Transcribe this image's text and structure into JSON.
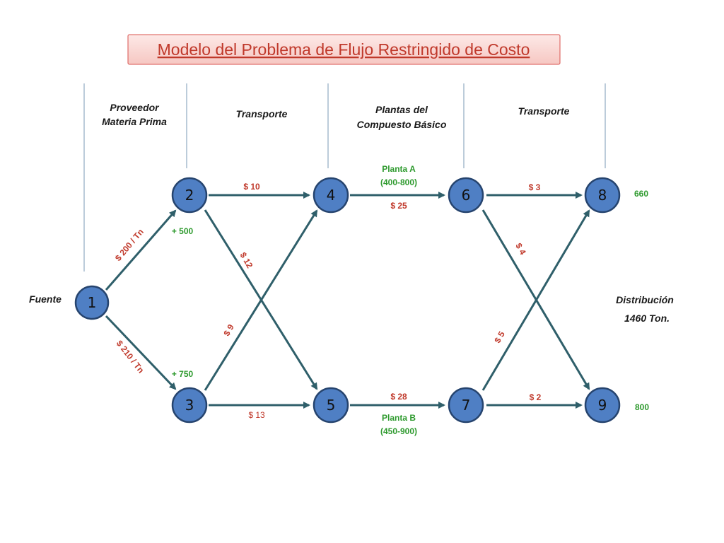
{
  "title": "Modelo del Problema de Flujo Restringido de Costo",
  "columns": {
    "supplier": [
      "Proveedor",
      "Materia Prima"
    ],
    "transport1": "Transporte",
    "plants": [
      "Plantas del",
      "Compuesto Básico"
    ],
    "transport2": "Transporte"
  },
  "source_label": "Fuente",
  "distribution": [
    "Distribución",
    "1460 Ton."
  ],
  "nodes": [
    "1",
    "2",
    "3",
    "4",
    "5",
    "6",
    "7",
    "8",
    "9"
  ],
  "arcs": {
    "e12": "$ 200 / Tn",
    "e13": "$ 210 / Tn",
    "e24": "$ 10",
    "e25": "$ 12",
    "e34": "$ 9",
    "e35": "$ 13",
    "e46": "$ 25",
    "e57": "$ 28",
    "e68": "$  3",
    "e69": "$ 4",
    "e78": "$ 5",
    "e79": "$ 2"
  },
  "supply": {
    "n2": "+ 500",
    "n3": "+ 750"
  },
  "plant_a": [
    "Planta A",
    "(400-800)"
  ],
  "plant_b": [
    "Planta B",
    "(450-900)"
  ],
  "demand": {
    "n8": "660",
    "n9": "800"
  },
  "colors": {
    "node": "#4f7fc4",
    "arc": "#2f5f6a",
    "title": "#c0392b",
    "green": "#2e9a2e"
  }
}
